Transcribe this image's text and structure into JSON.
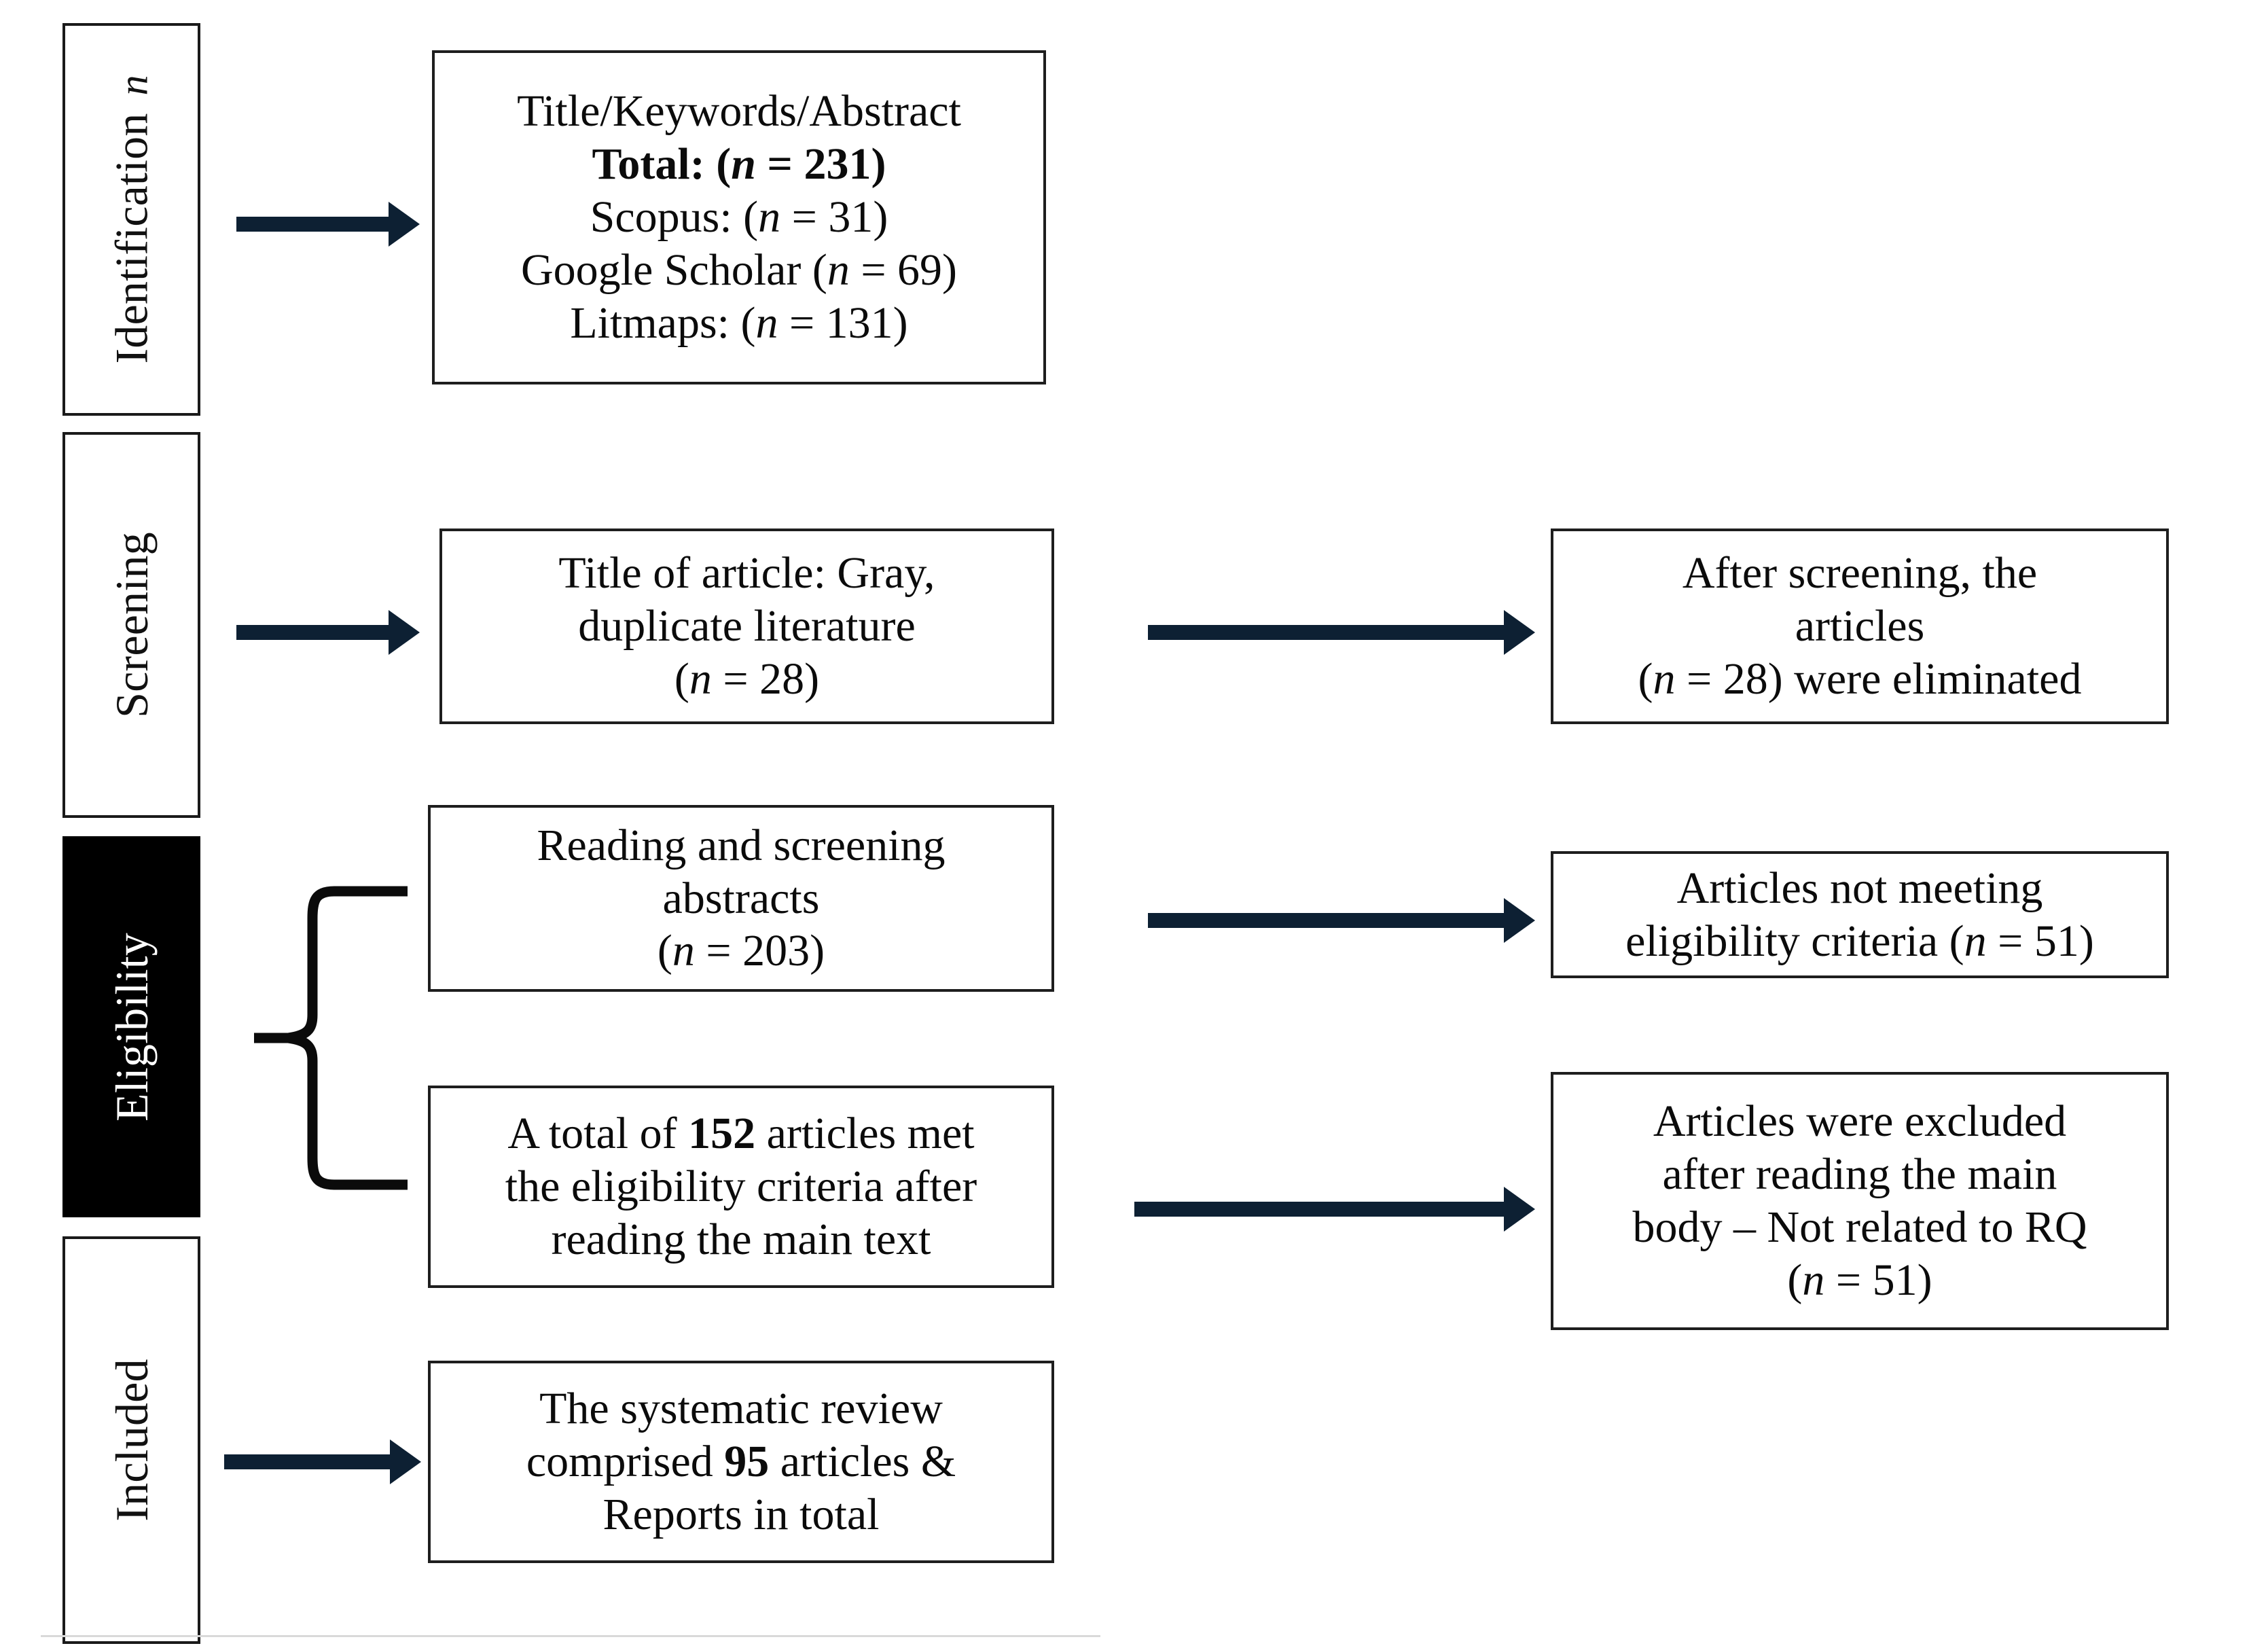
{
  "diagram": {
    "title": "PRISMA systematic review flow diagram",
    "accent_color": "#0d2033",
    "border_color": "#1e1e1e",
    "highlight_fill": "#000000",
    "highlight_text": "#ffffff"
  },
  "stages": [
    {
      "id": "identification",
      "label": "Identification",
      "sub": "n",
      "filled": false
    },
    {
      "id": "screening",
      "label": "Screening",
      "sub": "",
      "filled": false
    },
    {
      "id": "eligibility",
      "label": "Eligibility",
      "sub": "",
      "filled": true
    },
    {
      "id": "included",
      "label": "Included",
      "sub": "",
      "filled": false
    }
  ],
  "boxes": {
    "identification_sources": {
      "line1": "Title/Keywords/Abstract",
      "line2_label": "Total: (",
      "line2_n": "n",
      "line2_value": " = 231)",
      "line3_label": "Scopus: (",
      "line3_n": "n",
      "line3_value": " = 31)",
      "line4_label": "Google Scholar (",
      "line4_n": "n",
      "line4_value": " = 69)",
      "line5_label": "Litmaps: (",
      "line5_n": "n",
      "line5_value": " = 131)"
    },
    "screening_removed": {
      "line1": "Title of article: Gray,",
      "line2": "duplicate literature",
      "line3_open": "(",
      "line3_n": "n",
      "line3_close": " = 28)"
    },
    "screening_eliminated": {
      "line1": "After screening, the",
      "line2": "articles",
      "line3_open": "(",
      "line3_n": "n",
      "line3_close": " = 28) were eliminated"
    },
    "eligibility_abstracts": {
      "line1": "Reading and screening",
      "line2": "abstracts",
      "line3_open": "(",
      "line3_n": "n",
      "line3_close": " = 203)"
    },
    "eligibility_not_meeting": {
      "line1": "Articles not meeting",
      "line2_pre": "eligibility criteria (",
      "line2_n": "n",
      "line2_post": " = 51)"
    },
    "eligibility_met": {
      "line1_pre": "A total of ",
      "line1_bold": "152",
      "line1_post": " articles met",
      "line2": "the eligibility criteria after",
      "line3": "reading the main text"
    },
    "eligibility_excluded": {
      "line1": "Articles were excluded",
      "line2": "after reading the main",
      "line3": "body – Not related to RQ",
      "line4_open": "(",
      "line4_n": "n",
      "line4_close": " = 51)"
    },
    "included_total": {
      "line1": "The systematic review",
      "line2_pre": "comprised ",
      "line2_bold": "95",
      "line2_post": " articles &",
      "line3": "Reports in total"
    }
  },
  "connectors": [
    {
      "id": "arrow-identification",
      "kind": "arrow-right"
    },
    {
      "id": "arrow-screening",
      "kind": "arrow-right"
    },
    {
      "id": "arrow-screening-out",
      "kind": "arrow-right"
    },
    {
      "id": "arrow-eligibility-out",
      "kind": "arrow-right"
    },
    {
      "id": "arrow-excluded-out",
      "kind": "arrow-right"
    },
    {
      "id": "arrow-included",
      "kind": "arrow-right"
    },
    {
      "id": "brace-eligibility",
      "kind": "curly-brace"
    }
  ]
}
